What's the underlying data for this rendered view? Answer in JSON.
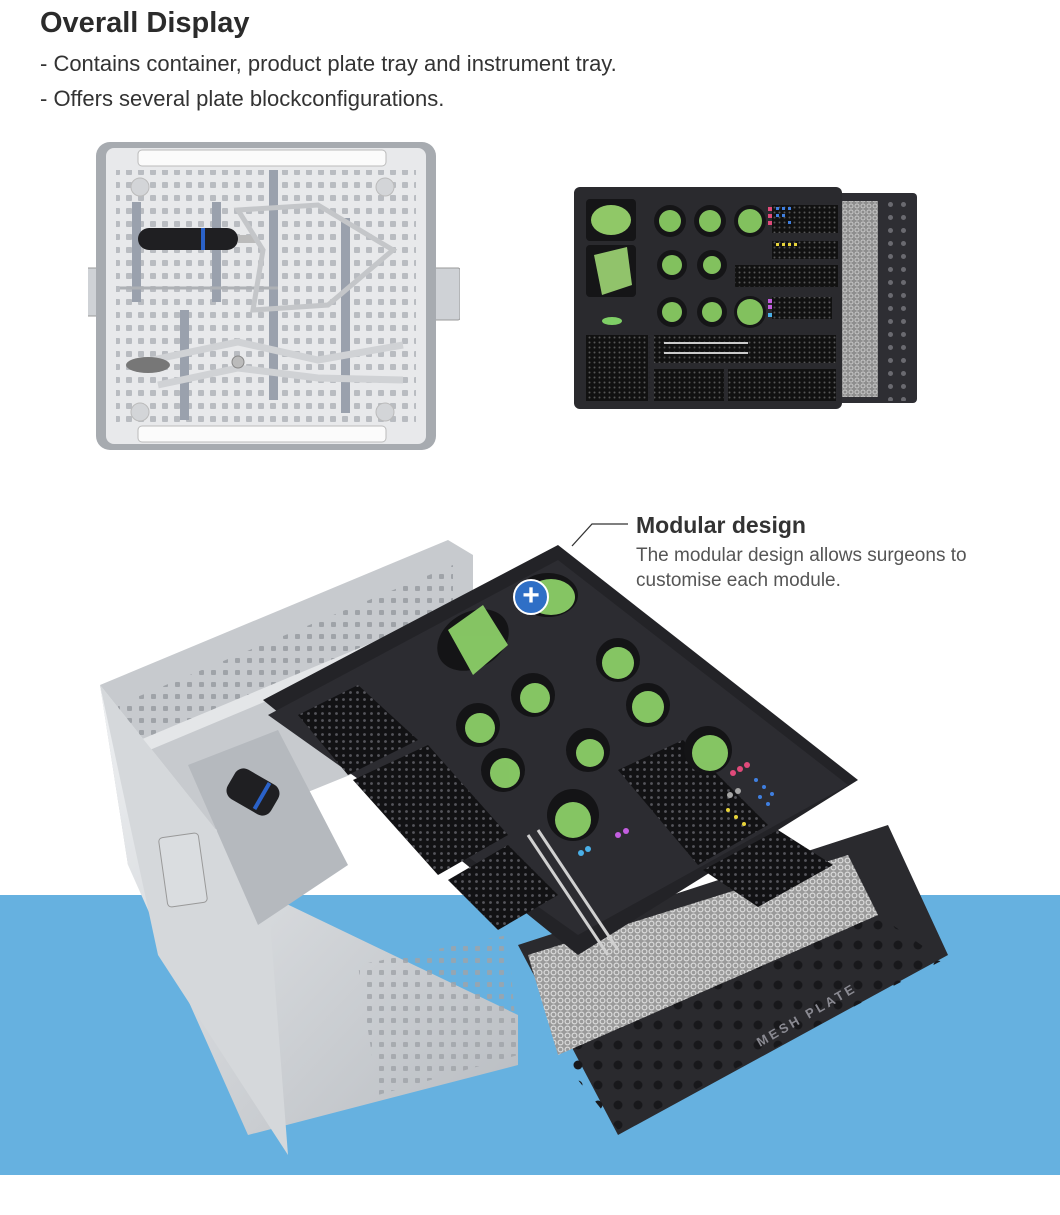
{
  "header": {
    "title": "Overall Display",
    "bullets": [
      "- Contains container, product plate tray and instrument tray.",
      "- Offers several plate blockconfigurations."
    ]
  },
  "images": {
    "instrument_tray": "instrument tray top view (silver perforated tray with handle, pliers and cutter)",
    "plate_tray": "product plate tray top view (black tray with green mesh plates and screw rows)",
    "modular_set": "angled view of aluminum container with black modular plate tray and mesh plate drawer"
  },
  "callout": {
    "title": "Modular design",
    "description": "The modular design allows surgeons to customise each module."
  },
  "hotspot": {
    "icon": "plus-icon",
    "label": "+"
  },
  "tray_label": "MESH PLATE",
  "colors": {
    "band": "#66b1e0",
    "hotspot": "#2f6fc6",
    "tray": "#2c2c30",
    "mesh_green": "#8fd46a",
    "container": "#c9ccd0"
  }
}
